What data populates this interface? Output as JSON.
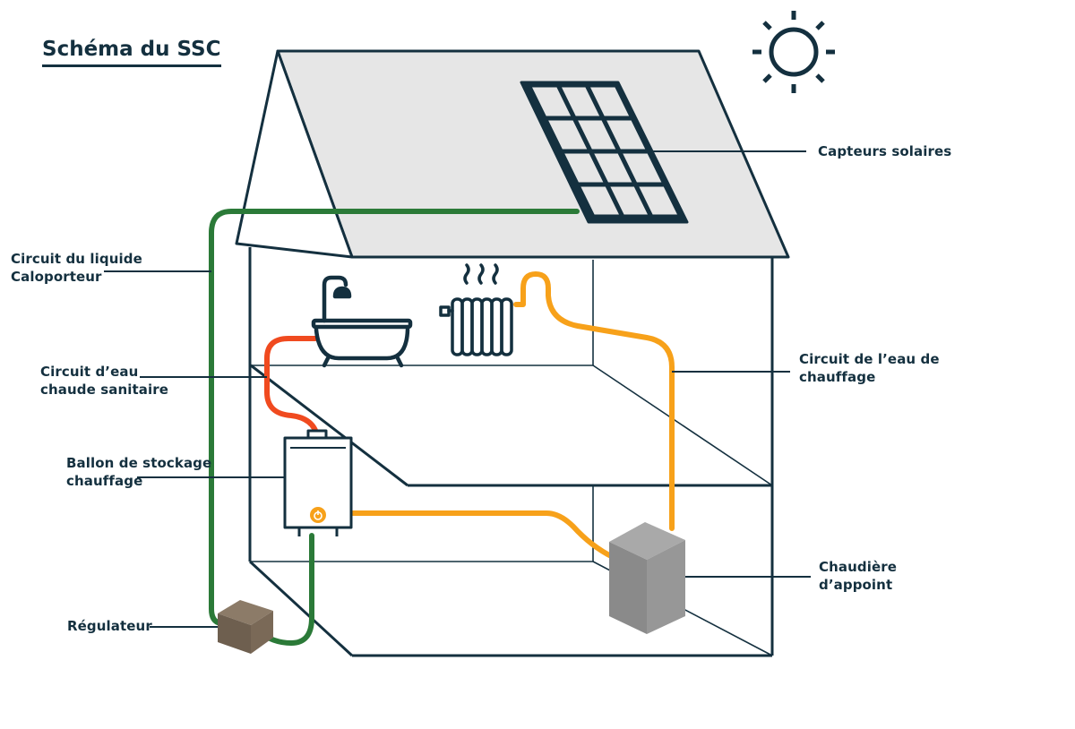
{
  "title": "Schéma du SSC",
  "labels": {
    "capteurs": "Capteurs solaires",
    "liquide_1": "Circuit du liquide",
    "liquide_2": "Caloporteur",
    "ecs_1": "Circuit d’eau",
    "ecs_2": "chaude sanitaire",
    "ballon_1": "Ballon de stockage",
    "ballon_2": "chauffage",
    "regulateur": "Régulateur",
    "chauffage_1": "Circuit de l’eau de",
    "chauffage_2": "chauffage",
    "chaudiere_1": "Chaudière",
    "chaudiere_2": "d’appoint"
  },
  "icons": [
    "sun-icon",
    "solar-panel-icon",
    "bathtub-icon",
    "shower-icon",
    "radiator-icon",
    "storage-tank-icon",
    "boiler-icon",
    "regulator-icon"
  ],
  "colors": {
    "outline": "#14303f",
    "roof": "#e6e6e6",
    "liquid_circuit": "#2b7a38",
    "hot_water_circuit": "#f04a1f",
    "heating_circuit": "#f7a11a",
    "boiler": "#8a8a8a",
    "regulator": "#7a6957"
  }
}
